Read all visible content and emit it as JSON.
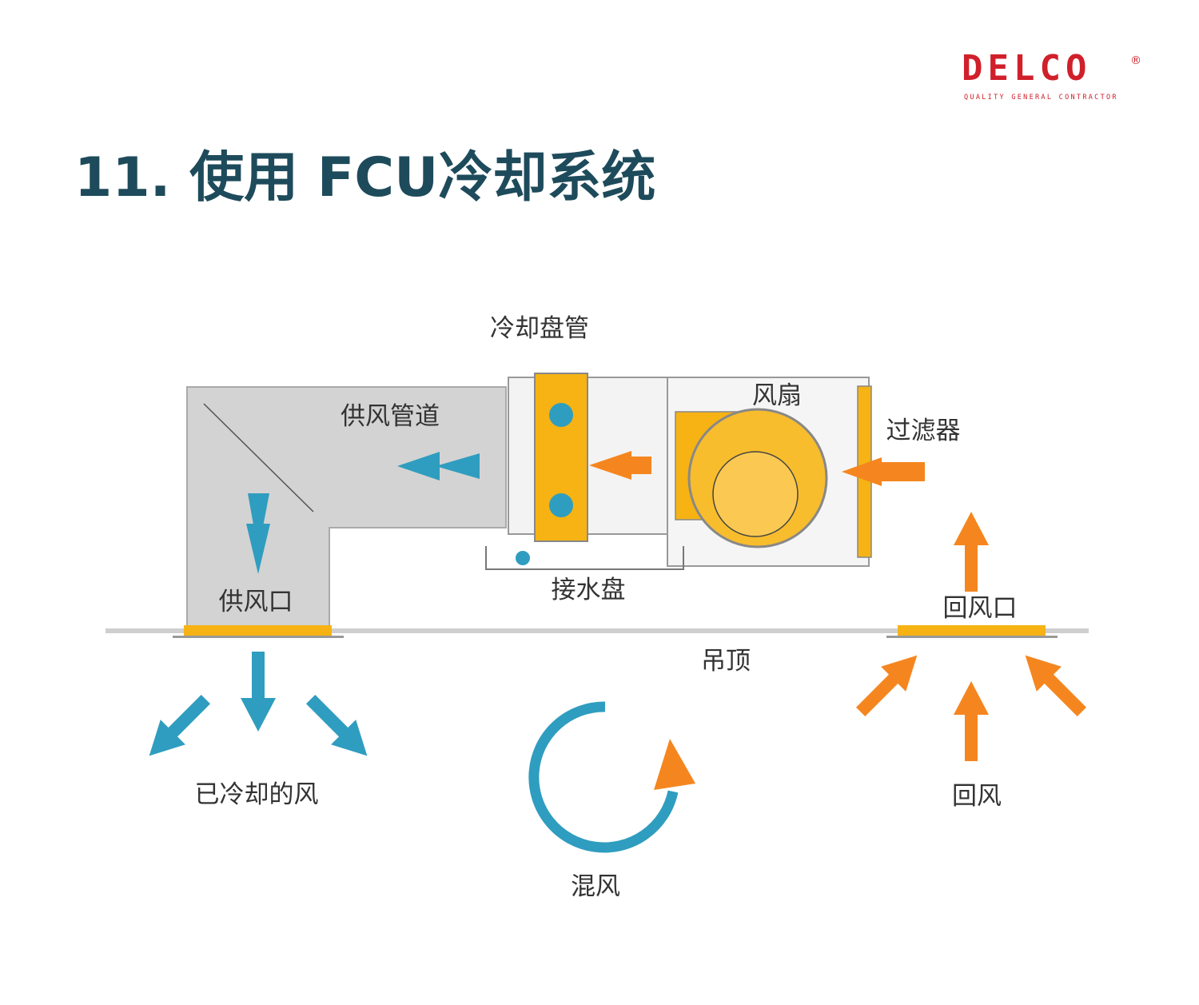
{
  "logo": {
    "name": "DELCO",
    "registered": "®",
    "tagline": "QUALITY GENERAL CONTRACTOR"
  },
  "title": "11. 使用 FCU冷却系统",
  "labels": {
    "cooling_coil": "冷却盘管",
    "supply_duct": "供风管道",
    "fan": "风扇",
    "filter": "过滤器",
    "drain_pan": "接水盘",
    "supply_outlet": "供风口",
    "return_inlet": "回风口",
    "ceiling": "吊顶",
    "cooled_air": "已冷却的风",
    "mixed_air": "混风",
    "return_air": "回风"
  },
  "colors": {
    "title": "#1e4b5b",
    "brand": "#d0202b",
    "cool": "#2f9dbf",
    "warm": "#f5861f",
    "unit": "#f6b313",
    "duct": "#d3d3d3"
  }
}
